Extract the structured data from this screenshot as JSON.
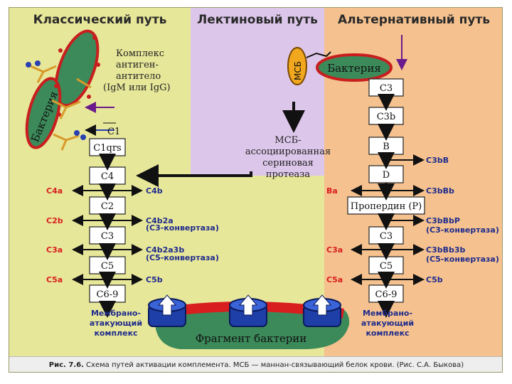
{
  "headers": {
    "classical": "Классический путь",
    "lectin": "Лектиновый путь",
    "alternative": "Альтернативный путь"
  },
  "classical": {
    "bacteria_label": "Бактерия",
    "complex_note": [
      "Комплекс",
      "антиген-",
      "антитело",
      "(IgM или IgG)"
    ],
    "c1": "C1",
    "boxes": [
      "C1qrs",
      "C4",
      "C2",
      "C3",
      "C5",
      "C6-9"
    ],
    "left_products": [
      "C4a",
      "C2b",
      "C3a",
      "C5a"
    ],
    "right_products": [
      "C4b",
      "C4b2a",
      "C4b2a3b",
      "C5b"
    ],
    "convertase_c3": "(C3-конвертаза)",
    "convertase_c5": "(C5-конвертаза)",
    "mac": [
      "Мембрано-",
      "атакующий",
      "комплекс"
    ]
  },
  "lectin": {
    "msb": "МСБ",
    "protease": [
      "МСБ-",
      "ассоциированная",
      "сериновая",
      "протеаза"
    ]
  },
  "alternative": {
    "bacteria_label": "Бактерия",
    "boxes": [
      "C3",
      "C3b",
      "B",
      "D",
      "Пропердин (P)",
      "C3",
      "C5",
      "C6-9"
    ],
    "left_products": [
      "Ba",
      "C3a",
      "C5a"
    ],
    "right_products": [
      "C3bB",
      "C3bBb",
      "C3bBbP",
      "C3bBb3b",
      "C5b"
    ],
    "convertase_c3": "(C3-конвертаза)",
    "convertase_c5": "(C5-конвертаза)",
    "mac": [
      "Мембрано-",
      "атакующий",
      "комплекс"
    ]
  },
  "fragment_label": "Фрагмент бактерии",
  "caption": {
    "bold": "Рис. 7.6.",
    "text": "Схема путей активации комплемента. МСБ — маннан-связывающий белок крови. (Рис. С.А. Быкова)"
  },
  "colors": {
    "classical_bg": "#e7e79a",
    "lectin_bg": "#dcc6ea",
    "alternative_bg": "#f5c28f",
    "product_red": "#d81e1e",
    "product_blue": "#1f2b8c",
    "bacteria_green": "#3c8a5a"
  }
}
